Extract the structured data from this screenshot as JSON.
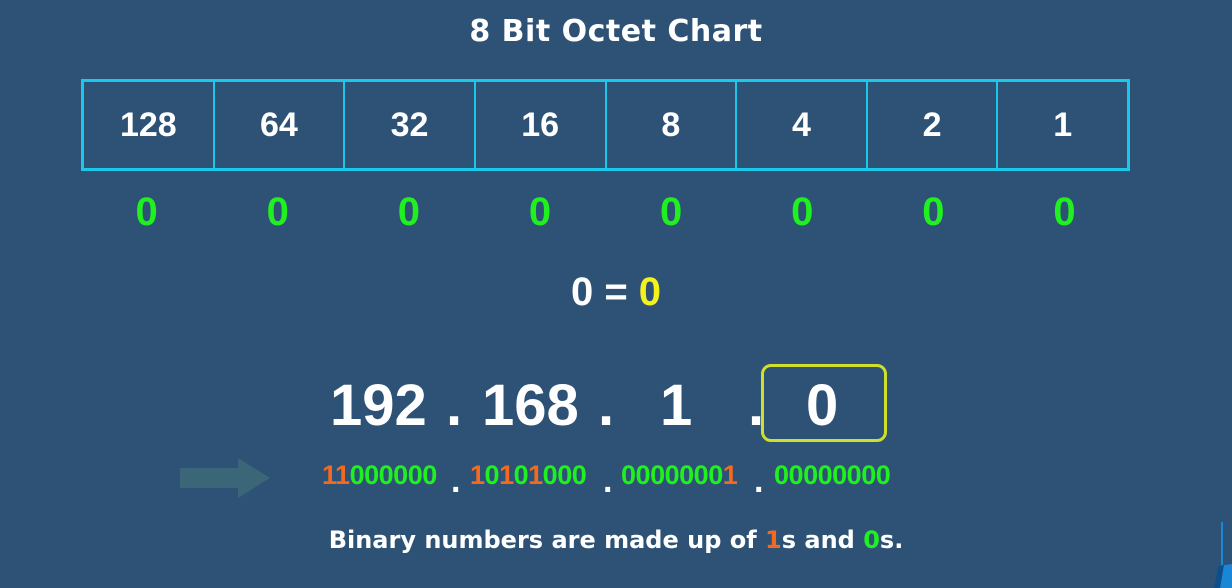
{
  "title": "8 Bit Octet Chart",
  "place_values": [
    "128",
    "64",
    "32",
    "16",
    "8",
    "4",
    "2",
    "1"
  ],
  "bits": [
    "0",
    "0",
    "0",
    "0",
    "0",
    "0",
    "0",
    "0"
  ],
  "equation": {
    "left": "0",
    "equals": "=",
    "result": "0"
  },
  "ip": {
    "octet1": "192",
    "octet2": "168",
    "octet3": "1",
    "octet4": "0",
    "dot": "."
  },
  "binary": {
    "octet1": [
      [
        "1",
        "o"
      ],
      [
        "1",
        "o"
      ],
      [
        "0",
        "g"
      ],
      [
        "0",
        "g"
      ],
      [
        "0",
        "g"
      ],
      [
        "0",
        "g"
      ],
      [
        "0",
        "g"
      ],
      [
        "0",
        "g"
      ]
    ],
    "octet2": [
      [
        "1",
        "o"
      ],
      [
        "0",
        "g"
      ],
      [
        "1",
        "o"
      ],
      [
        "0",
        "g"
      ],
      [
        "1",
        "o"
      ],
      [
        "0",
        "g"
      ],
      [
        "0",
        "g"
      ],
      [
        "0",
        "g"
      ]
    ],
    "octet3": [
      [
        "0",
        "g"
      ],
      [
        "0",
        "g"
      ],
      [
        "0",
        "g"
      ],
      [
        "0",
        "g"
      ],
      [
        "0",
        "g"
      ],
      [
        "0",
        "g"
      ],
      [
        "0",
        "g"
      ],
      [
        "1",
        "o"
      ]
    ],
    "octet4": [
      [
        "0",
        "g"
      ],
      [
        "0",
        "g"
      ],
      [
        "0",
        "g"
      ],
      [
        "0",
        "g"
      ],
      [
        "0",
        "g"
      ],
      [
        "0",
        "g"
      ],
      [
        "0",
        "g"
      ],
      [
        "0",
        "g"
      ]
    ],
    "dot": "."
  },
  "caption": {
    "part1": "Binary numbers are made up of ",
    "one": "1",
    "part2": "s and ",
    "zero": "0",
    "part3": "s."
  },
  "colors": {
    "background": "#2d5276",
    "table_border": "#19c8ea",
    "bit_green": "#20f020",
    "one_orange": "#f26a1f",
    "highlight_yellow": "#f4f21d",
    "box_border": "#cfe02b"
  },
  "icons": {
    "arrow": "right-arrow-icon",
    "corner": "network-device-icon"
  }
}
